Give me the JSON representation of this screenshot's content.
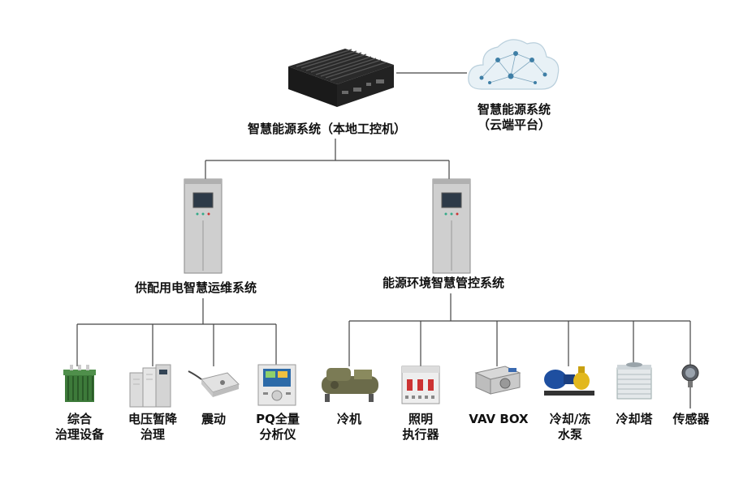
{
  "top": {
    "local_label": "智慧能源系统（本地工控机）",
    "cloud_label_line1": "智慧能源系统",
    "cloud_label_line2": "（云端平台）"
  },
  "left_branch": {
    "label": "供配用电智慧运维系统",
    "devices": [
      {
        "line1": "综合",
        "line2": "治理设备"
      },
      {
        "line1": "电压暂降",
        "line2": "治理"
      },
      {
        "line1": "震动",
        "line2": ""
      },
      {
        "line1": "PQ全量",
        "line2": "分析仪"
      }
    ]
  },
  "right_branch": {
    "label": "能源环境智慧管控系统",
    "devices": [
      {
        "line1": "冷机",
        "line2": ""
      },
      {
        "line1": "照明",
        "line2": "执行器"
      },
      {
        "line1": "VAV BOX",
        "line2": ""
      },
      {
        "line1": "冷却/冻",
        "line2": "水泵"
      },
      {
        "line1": "冷却塔",
        "line2": ""
      },
      {
        "line1": "传感器",
        "line2": ""
      }
    ]
  },
  "colors": {
    "line": "#444444",
    "text": "#111111",
    "cabinet": "#c9c9c9",
    "cloud": "#dceaf2"
  }
}
